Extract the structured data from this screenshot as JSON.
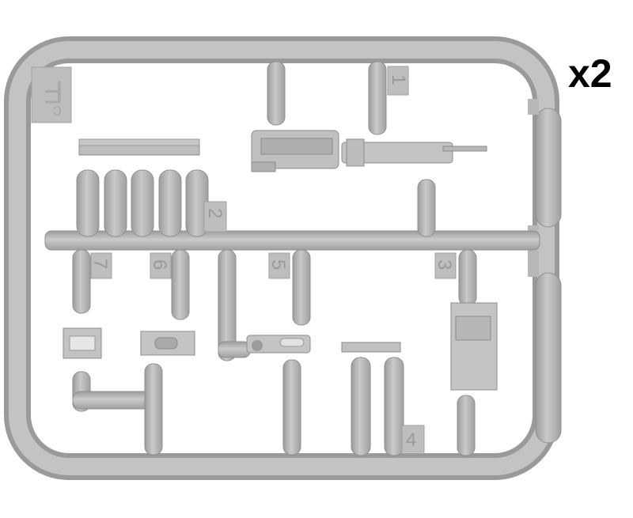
{
  "multiplier": "x2",
  "frame_label": {
    "letter": "F",
    "sub": "c"
  },
  "part_numbers": [
    "1",
    "2",
    "3",
    "4",
    "5",
    "6",
    "7"
  ],
  "colors": {
    "plastic": "#b9b9b9",
    "plastic_shadow": "#8f8f8f",
    "background": "#ffffff"
  }
}
